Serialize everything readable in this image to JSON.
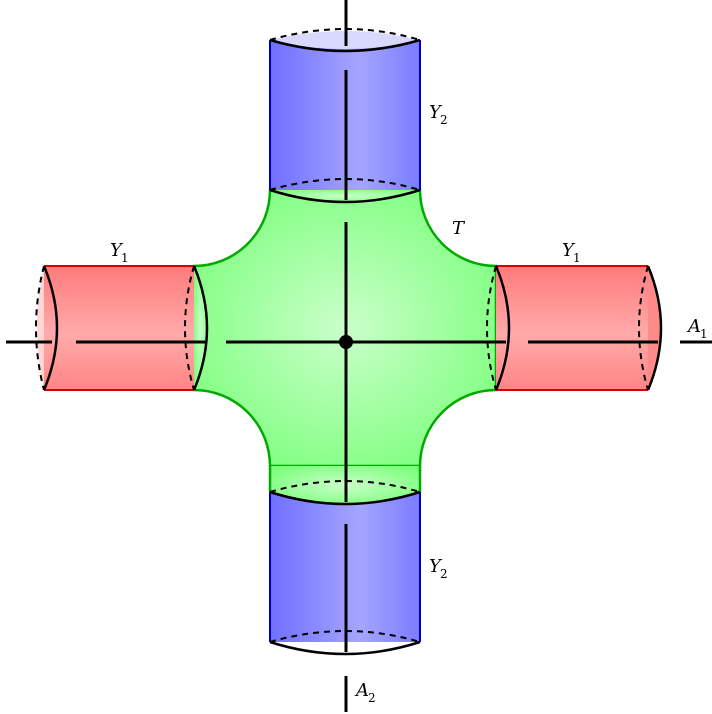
{
  "labels": {
    "t": {
      "main": "T"
    },
    "y1_left": {
      "main": "Y",
      "sub": "1"
    },
    "y1_right": {
      "main": "Y",
      "sub": "1"
    },
    "y2_top": {
      "main": "Y",
      "sub": "2"
    },
    "y2_bottom": {
      "main": "Y",
      "sub": "2"
    },
    "a1": {
      "main": "A",
      "sub": "1"
    },
    "a2": {
      "main": "A",
      "sub": "2"
    }
  },
  "colors": {
    "green_light": "#c8ffc8",
    "green_mid": "#7fff7f",
    "green_stroke": "#00a000",
    "red_light": "#ffb0b0",
    "red_mid": "#ff7777",
    "red_stroke": "#cc0000",
    "blue_light": "#b0b0ff",
    "blue_mid": "#7777ff",
    "blue_stroke": "#0000aa",
    "axis": "#000000"
  }
}
